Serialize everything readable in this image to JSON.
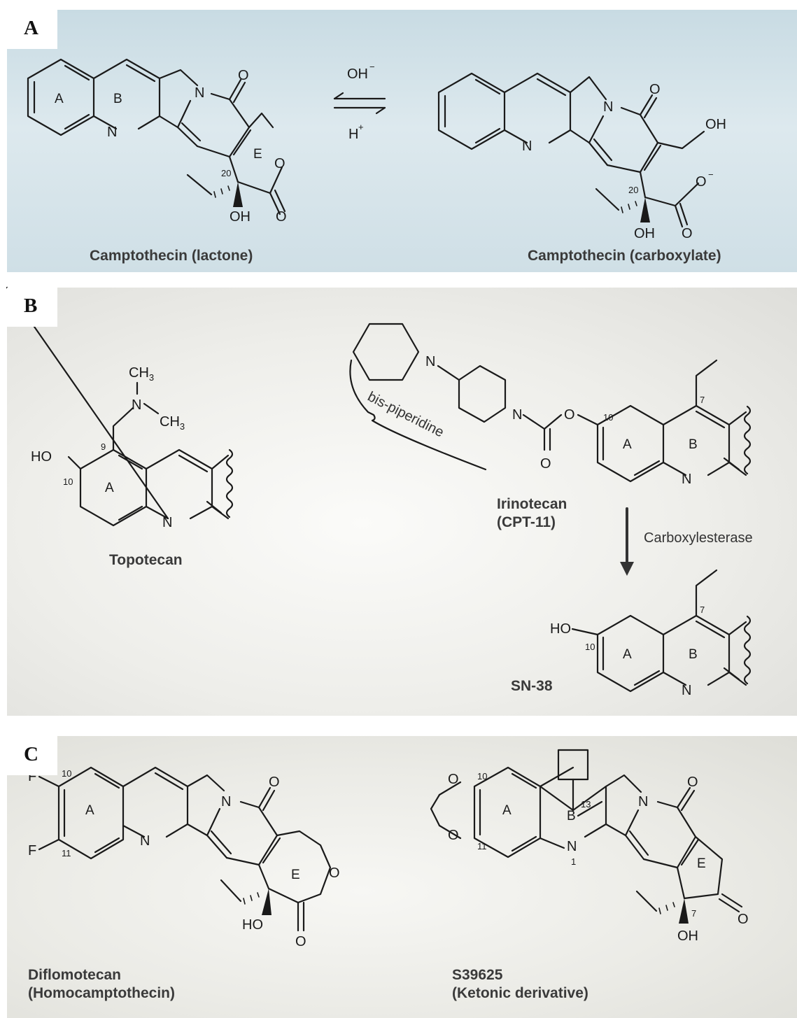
{
  "panels": {
    "a": {
      "letter": "A",
      "left_name": "Camptothecin (lactone)",
      "right_name": "Camptothecin (carboxylate)",
      "arrow_top": "OH",
      "arrow_top_sup": "−",
      "arrow_bottom": "H",
      "arrow_bottom_sup": "+",
      "ring_a": "A",
      "ring_b": "B",
      "ring_e": "E",
      "n": "N",
      "o": "O",
      "oh": "OH",
      "c20": "20",
      "o_minus_sup": "−"
    },
    "b": {
      "letter": "B",
      "topotecan_name": "Topotecan",
      "irinotecan_name_1": "Irinotecan",
      "irinotecan_name_2": "(CPT-11)",
      "enzyme": "Carboxylesterase",
      "sn38_name": "SN-38",
      "brace_label": "bis-piperidine",
      "ch3": "CH",
      "sub3": "3",
      "ho": "HO",
      "n": "N",
      "o": "O",
      "c7": "7",
      "c9": "9",
      "c10": "10",
      "ring_a": "A",
      "ring_b": "B"
    },
    "c": {
      "letter": "C",
      "diflomotecan_name_1": "Diflomotecan",
      "diflomotecan_name_2": "(Homocamptothecin)",
      "s39625_name_1": "S39625",
      "s39625_name_2": "(Ketonic derivative)",
      "f": "F",
      "n": "N",
      "o": "O",
      "ho": "HO",
      "oh": "OH",
      "c1": "1",
      "c7": "7",
      "c10": "10",
      "c11": "11",
      "c13": "13",
      "ring_a": "A",
      "ring_b": "B",
      "ring_e": "E"
    }
  }
}
